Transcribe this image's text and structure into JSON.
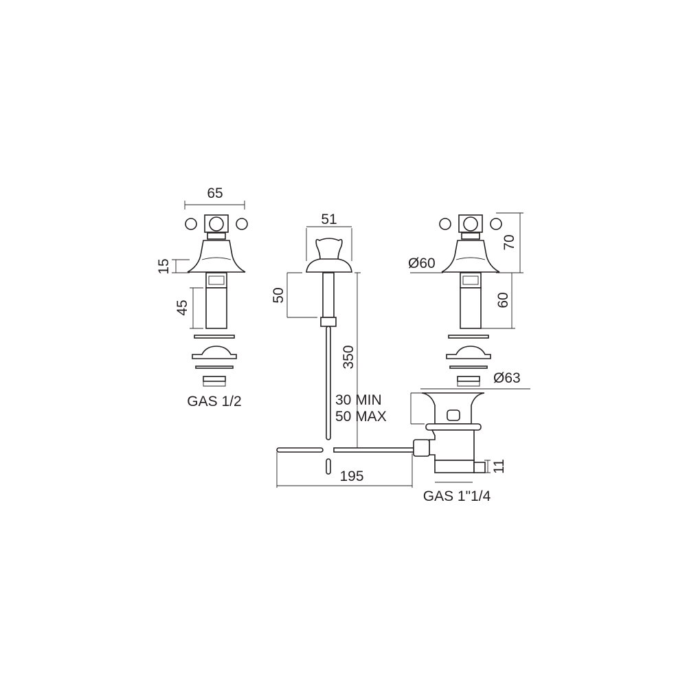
{
  "colors": {
    "line": "#231f20",
    "background": "#ffffff"
  },
  "left_tap": {
    "width": "65",
    "flange_height": "15",
    "stem_length": "45",
    "thread": "GAS 1/2"
  },
  "center_spout": {
    "width": "51",
    "height": "50",
    "rod_length": "350",
    "deck_min": "30 MIN",
    "deck_max": "50 MAX",
    "lever_length": "195"
  },
  "right_tap": {
    "flange_diameter": "Ø60",
    "height": "70",
    "stem_length": "60"
  },
  "waste": {
    "diameter": "Ø63",
    "tail": "11",
    "thread": "GAS 1\"1/4"
  }
}
